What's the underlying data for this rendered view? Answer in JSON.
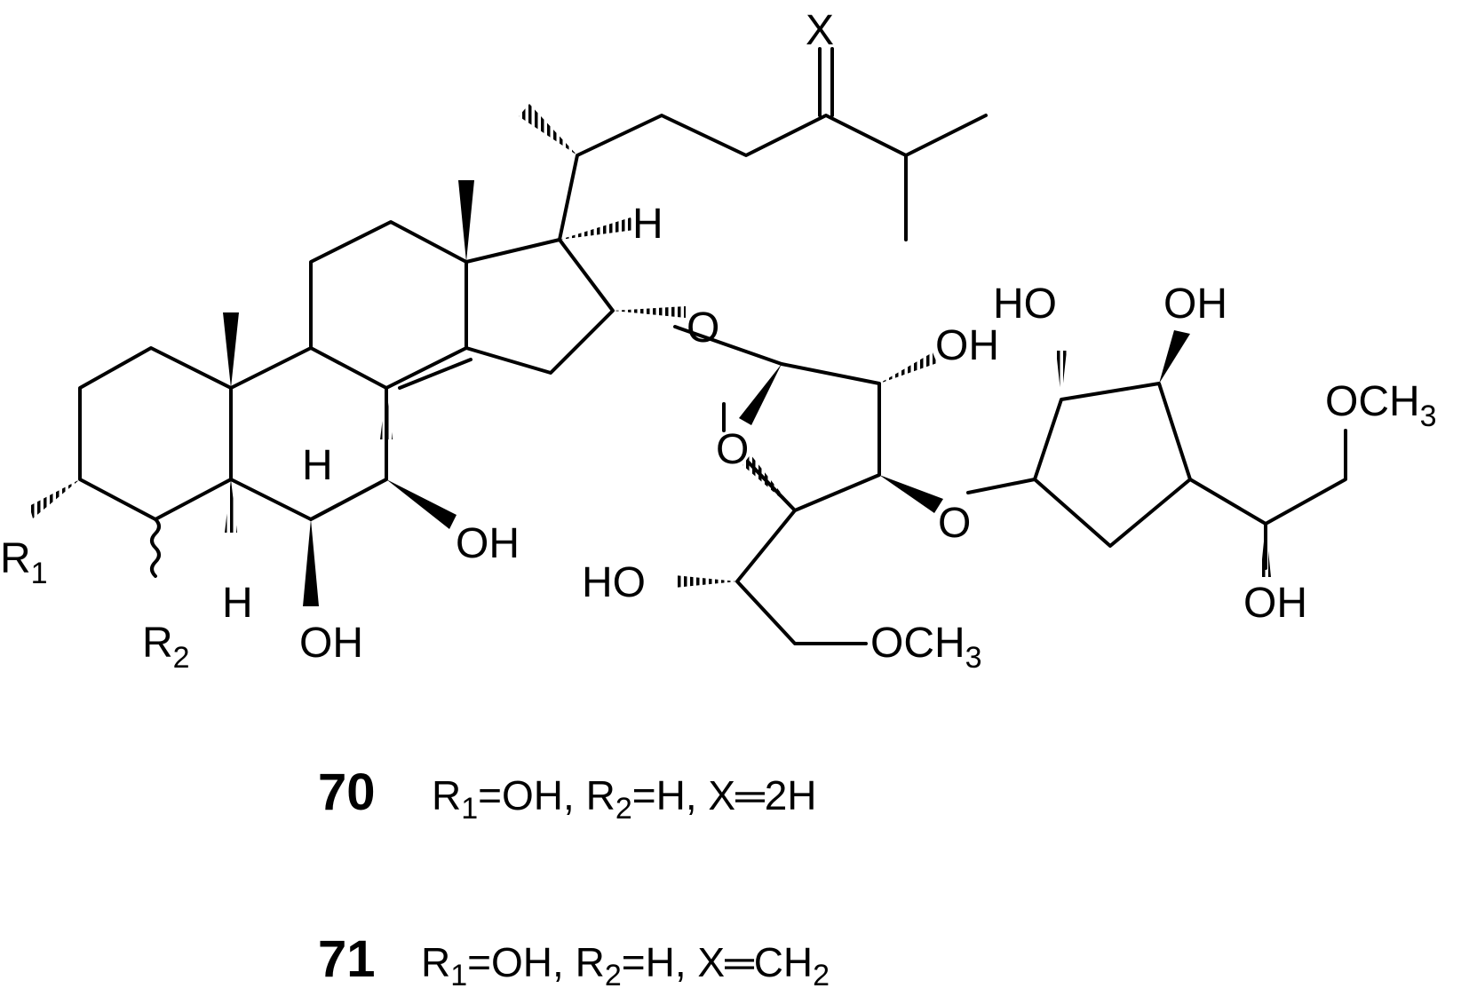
{
  "atoms": {
    "x": "X",
    "h17": "H",
    "h9": "H",
    "h5": "H",
    "o_glyc": "O",
    "o_ring1": "O",
    "oh_a": "OH",
    "o_link": "O",
    "ho_left": "HO",
    "och3_a": "OCH",
    "och3_a_sub": "3",
    "ho_b": "HO",
    "oh_b": "OH",
    "och3_b": "OCH",
    "och3_b_sub": "3",
    "oh_c": "OH",
    "oh7": "OH",
    "oh6": "OH",
    "r1": "R",
    "r1_sub": "1",
    "r2": "R",
    "r2_sub": "2"
  },
  "compounds": [
    {
      "number": "70",
      "r1": "R",
      "r1_sub": "1",
      "r1_val": "OH,",
      "r2": "R",
      "r2_sub": "2",
      "r2_val": "H,",
      "x": "X",
      "x_val": "2H",
      "x_val_sub": ""
    },
    {
      "number": "71",
      "r1": "R",
      "r1_sub": "1",
      "r1_val": "OH,",
      "r2": "R",
      "r2_sub": "2",
      "r2_val": "H,",
      "x": "X",
      "x_val": "CH",
      "x_val_sub": "2"
    }
  ]
}
